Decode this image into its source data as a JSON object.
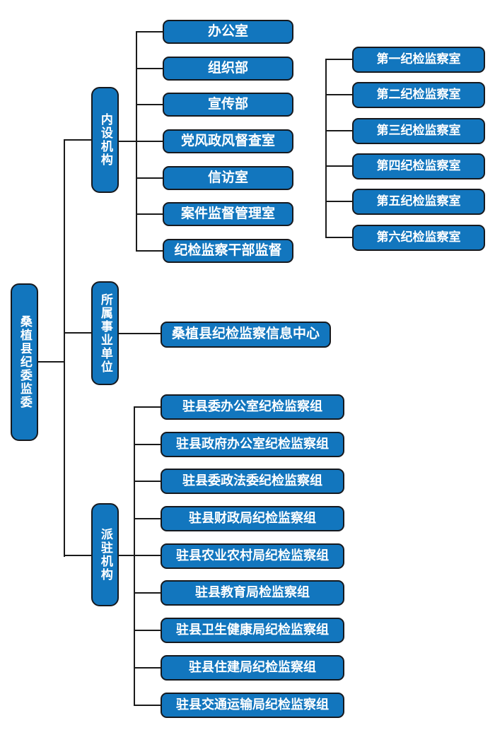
{
  "colors": {
    "box_fill": "#1276BE",
    "box_border": "#16191E",
    "line": "#1A1A1A",
    "text": "#FFFFFF",
    "background": "#FFFFFF"
  },
  "root": {
    "label": "桑植县纪委监委"
  },
  "sections": [
    {
      "label": "内设机构",
      "children": [
        "办公室",
        "组织部",
        "宣传部",
        "党风政风督查室",
        "信访室",
        "案件监督管理室",
        "纪检监察干部监督"
      ]
    },
    {
      "label": "所属事业单位",
      "children": [
        "桑植县纪检监察信息中心"
      ]
    },
    {
      "label": "派驻机构",
      "children": [
        "驻县委办公室纪检监察组",
        "驻县政府办公室纪检监察组",
        "驻县委政法委纪检监察组",
        "驻县财政局纪检监察组",
        "驻县农业农村局纪检监察组",
        "驻县教育局检监察组",
        "驻县卫生健康局纪检监察组",
        "驻县住建局纪检监察组",
        "驻县交通运输局纪检监察组"
      ]
    }
  ],
  "inspection_offices": {
    "children": [
      "第一纪检监察室",
      "第二纪检监察室",
      "第三纪检监察室",
      "第四纪检监察室",
      "第五纪检监察室",
      "第六纪检监察室"
    ]
  }
}
